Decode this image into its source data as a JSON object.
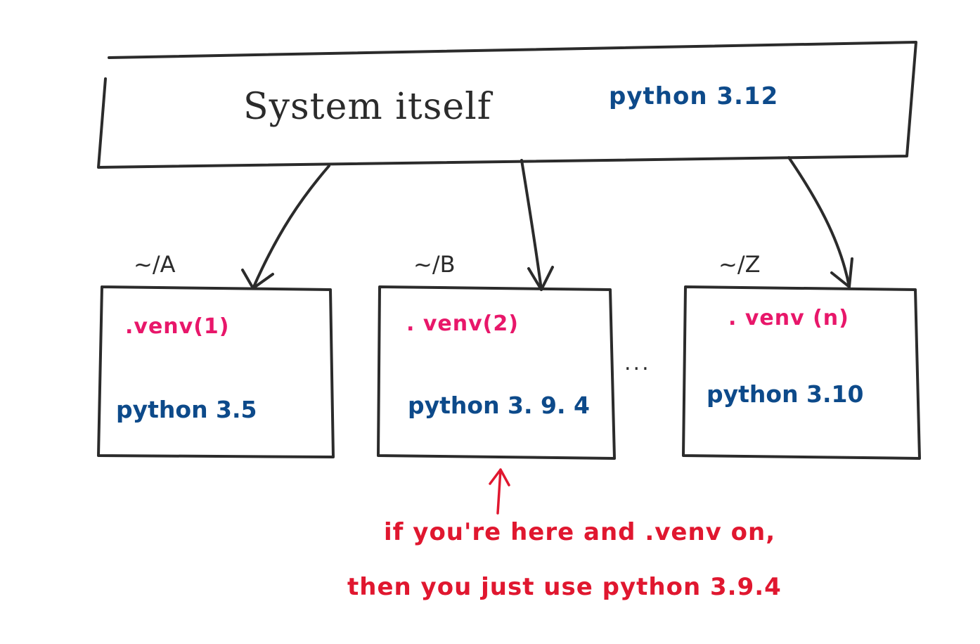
{
  "system": {
    "title": "System itself",
    "python": "python 3.12"
  },
  "projects": [
    {
      "path": "~/A",
      "venv": ".venv(1)",
      "python": "python 3.5"
    },
    {
      "path": "~/B",
      "venv": ". venv(2)",
      "python": "python 3. 9. 4"
    },
    {
      "path": "~/Z",
      "venv": ". venv (n)",
      "python": "python 3.10"
    }
  ],
  "ellipsis": "...",
  "note": {
    "line1": "if you're here and .venv on,",
    "line2": "then you just use python 3.9.4"
  },
  "colors": {
    "ink": "#2b2b2b",
    "python_blue": "#0d4a8a",
    "venv_pink": "#e8176a",
    "note_red": "#e0172f"
  }
}
